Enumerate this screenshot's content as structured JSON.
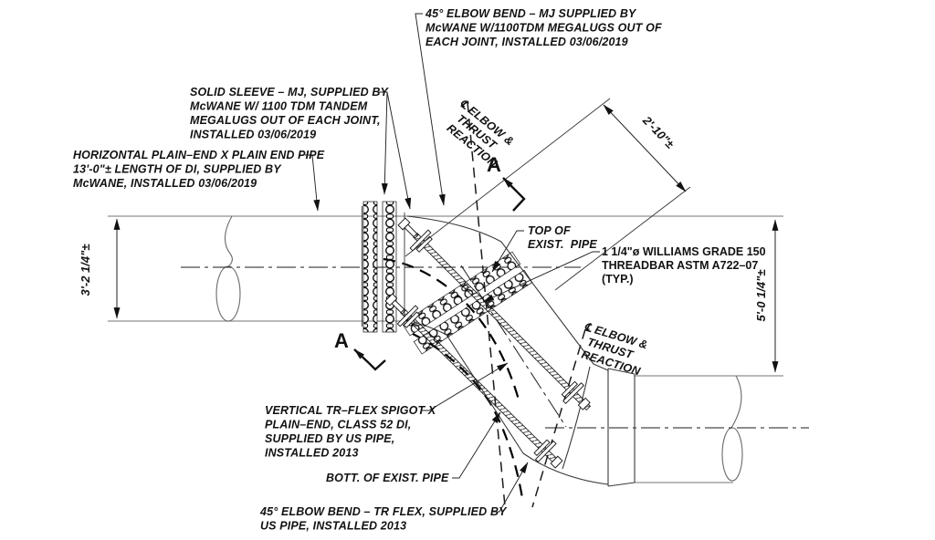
{
  "colors": {
    "background": "#ffffff",
    "pipe_outline": "#8f8f8f",
    "detail_lines": "#1b1b1b",
    "text": "#121212"
  },
  "drawing": {
    "labels": {
      "elbow_mj": {
        "lines": [
          "45° ELBOW BEND – MJ SUPPLIED BY",
          "McWANE W/1100TDM MEGALUGS OUT OF",
          "EACH JOINT, INSTALLED 03/06/2019"
        ]
      },
      "solid_sleeve": {
        "lines": [
          "SOLID SLEEVE – MJ, SUPPLIED BY",
          "McWANE W/ 1100 TDM TANDEM",
          "MEGALUGS OUT OF EACH JOINT,",
          "INSTALLED 03/06/2019"
        ]
      },
      "horizontal_pipe": {
        "lines": [
          "HORIZONTAL PLAIN–END X PLAIN END PIPE",
          "13'-0\"± LENGTH OF DI, SUPPLIED BY",
          "McWANE, INSTALLED 03/06/2019"
        ]
      },
      "cl_elbow_thrust_1": {
        "lines": [
          "℄ ELBOW &",
          "THRUST",
          "REACTION"
        ]
      },
      "cl_elbow_thrust_2": {
        "lines": [
          "℄ ELBOW &",
          "THRUST",
          "REACTION"
        ]
      },
      "top_of_exist": {
        "lines": [
          "TOP OF",
          "EXIST.  PIPE"
        ]
      },
      "williams_threadbar": {
        "lines": [
          "1 1/4\"ø WILLIAMS GRADE 150",
          "THREADBAR ASTM A722–07",
          "(TYP.)"
        ]
      },
      "vertical_trflex": {
        "lines": [
          "VERTICAL TR–FLEX SPIGOT X",
          "PLAIN–END, CLASS 52 DI,",
          "SUPPLIED BY US PIPE,",
          "INSTALLED 2013"
        ]
      },
      "bott_of_exist": {
        "lines": [
          "BOTT. OF EXIST. PIPE"
        ]
      },
      "elbow_trflex": {
        "lines": [
          "45° ELBOW BEND – TR FLEX, SUPPLIED BY",
          "US PIPE, INSTALLED 2013"
        ]
      }
    },
    "dimensions": {
      "left_vertical": "3'-2 1/4\"±",
      "right_vertical": "5'-0 1/4\"±",
      "diagonal": "2'-10\"±"
    },
    "section_markers": {
      "top": "A",
      "bottom": "A"
    }
  }
}
